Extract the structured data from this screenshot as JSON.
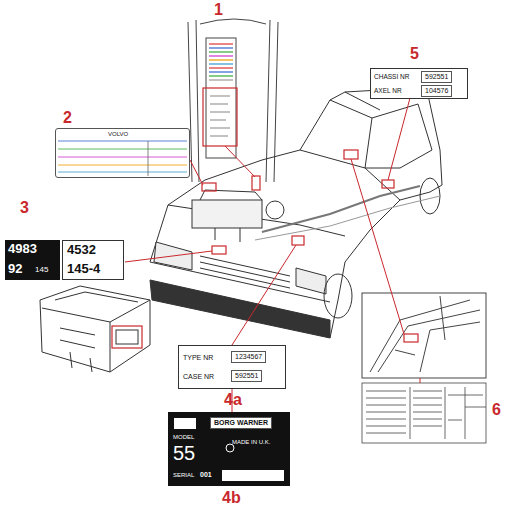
{
  "diagram": {
    "nodes": [
      {
        "text": [
          "VOLVO"
        ]
      },
      {
        "text": [
          "4983",
          "92",
          "145"
        ]
      },
      {
        "text": [
          "4532",
          "145-4"
        ]
      },
      {
        "text": [
          "CHASSI NR",
          "592551",
          "AXEL NR",
          "104576"
        ]
      },
      {
        "text": [
          "TYPE NR",
          "1234567",
          "CASE NR",
          "592551"
        ]
      },
      {
        "text": [
          "BORG WARNER",
          "MODEL",
          "55",
          "MADE IN U.K.",
          "SERIAL",
          "001"
        ]
      }
    ],
    "labels": [
      "1",
      "2",
      "3",
      "4a",
      "4b",
      "5",
      "6"
    ]
  }
}
